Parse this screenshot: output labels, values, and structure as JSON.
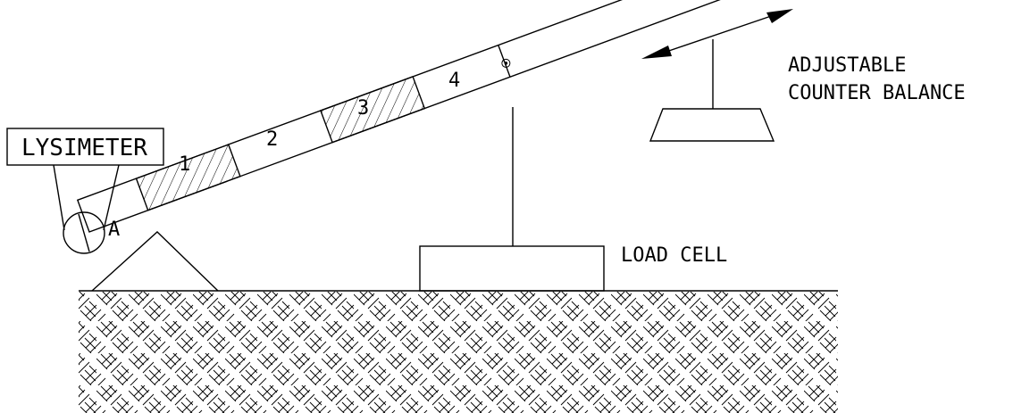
{
  "labels": {
    "lysimeter": "LYSIMETER",
    "pivot": "A",
    "load_cell": "LOAD CELL",
    "counter_balance_line1": "ADJUSTABLE",
    "counter_balance_line2": "COUNTER BALANCE",
    "segment_1": "1",
    "segment_2": "2",
    "segment_3": "3",
    "segment_4": "4"
  }
}
